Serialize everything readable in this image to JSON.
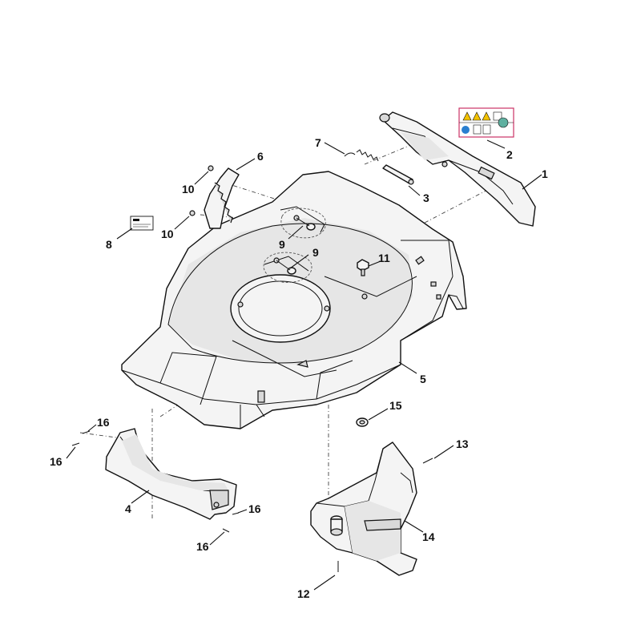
{
  "callouts": [
    "1",
    "2",
    "3",
    "4",
    "5",
    "6",
    "7",
    "8",
    "9",
    "9",
    "10",
    "10",
    "11",
    "12",
    "13",
    "14",
    "15",
    "16",
    "16",
    "16",
    "16"
  ],
  "colors": {
    "stroke": "#111111",
    "fill": "#f4f4f4",
    "warning_label_border": "#cc3366",
    "warning_yellow": "#f2c200",
    "info_blue": "#2a7fd0",
    "info_teal": "#5fb0a0"
  },
  "icons": {
    "warning_label": "safety-warning-label-icon",
    "product_label": "product-label-icon"
  }
}
